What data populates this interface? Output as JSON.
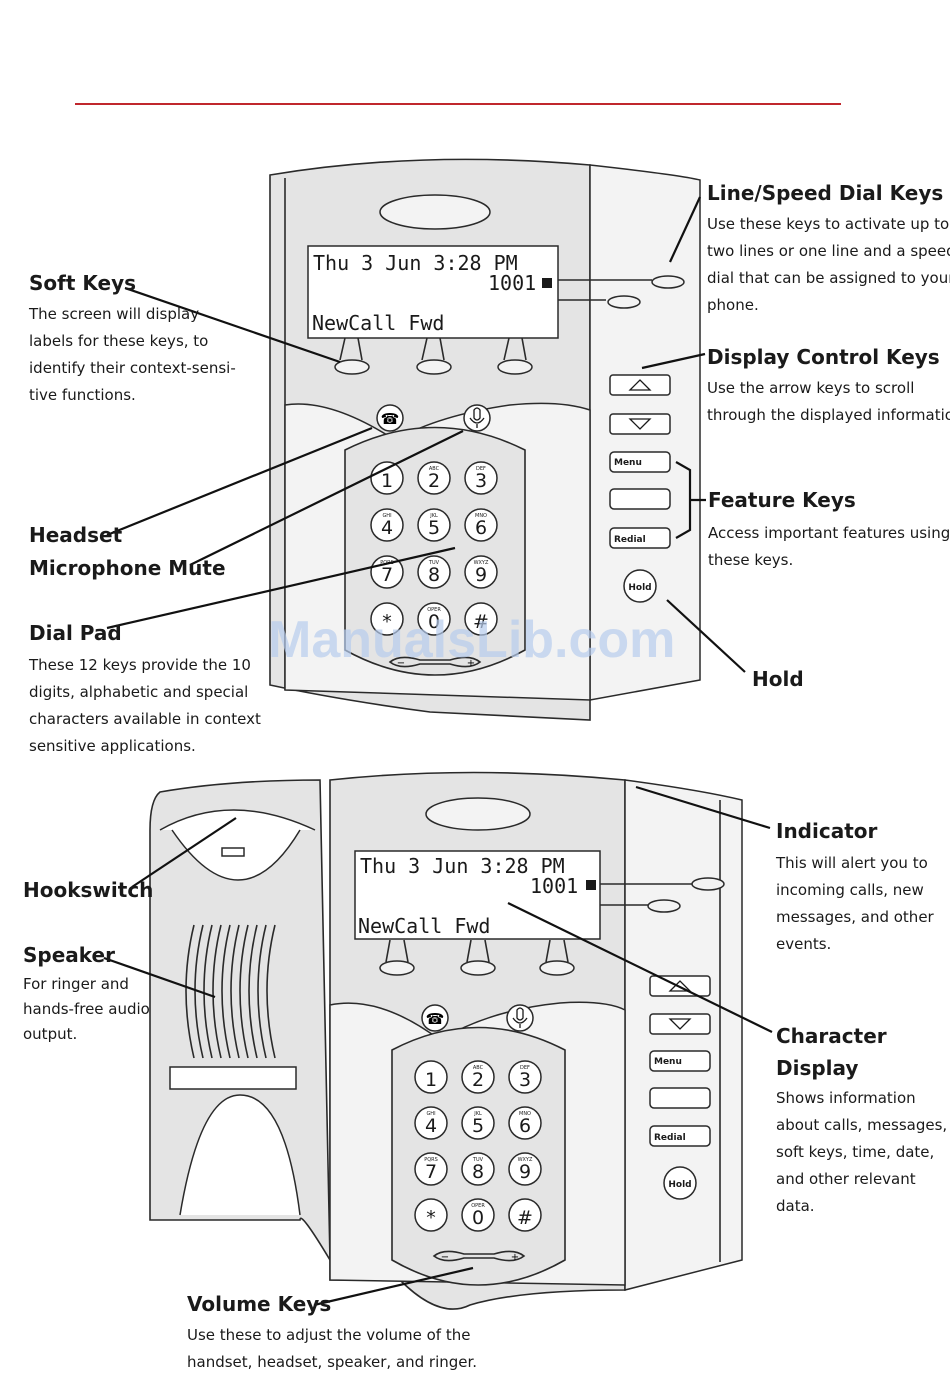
{
  "header": {
    "rule_color": "#c0272d"
  },
  "watermark": {
    "text": "ManualsLib.com"
  },
  "phone": {
    "display": {
      "line1": "Thu 3 Jun 3:28 PM",
      "line2": "1001",
      "line3": "NewCall Fwd"
    },
    "keypad": [
      {
        "digit": "1",
        "letters": ""
      },
      {
        "digit": "2",
        "letters": "ABC"
      },
      {
        "digit": "3",
        "letters": "DEF"
      },
      {
        "digit": "4",
        "letters": "GHI"
      },
      {
        "digit": "5",
        "letters": "JKL"
      },
      {
        "digit": "6",
        "letters": "MNO"
      },
      {
        "digit": "7",
        "letters": "PQRS"
      },
      {
        "digit": "8",
        "letters": "TUV"
      },
      {
        "digit": "9",
        "letters": "WXYZ"
      },
      {
        "digit": "*",
        "letters": ""
      },
      {
        "digit": "0",
        "letters": "OPER"
      },
      {
        "digit": "#",
        "letters": ""
      }
    ],
    "buttons": {
      "menu": "Menu",
      "redial": "Redial",
      "hold": "Hold"
    }
  },
  "callouts_top": [
    {
      "title": "Line/Speed Dial Keys",
      "lines": [
        "Use these keys to activate up to",
        "two lines or one line and a speed",
        "dial that can be assigned to your",
        "phone."
      ]
    },
    {
      "title": "Soft Keys",
      "lines": [
        "The screen will display",
        "labels for these keys, to",
        "identify their context-sensi-",
        "tive functions."
      ]
    },
    {
      "title": "Display Control Keys",
      "lines": [
        "Use the arrow keys to scroll",
        "through the displayed information."
      ]
    },
    {
      "title": "Feature Keys",
      "lines": [
        "Access important features using",
        "these keys."
      ]
    },
    {
      "title": "Headset",
      "lines": []
    },
    {
      "title": "Microphone Mute",
      "lines": []
    },
    {
      "title": "Dial Pad",
      "lines": [
        "These 12 keys provide the 10",
        "digits, alphabetic and special",
        "characters available in context",
        "sensitive applications."
      ]
    },
    {
      "title": "Hold",
      "lines": []
    }
  ],
  "callouts_bottom": [
    {
      "title": "Indicator",
      "lines": [
        "This will alert you to",
        "incoming calls, new",
        "messages, and other",
        "events."
      ]
    },
    {
      "title": "Hookswitch",
      "lines": []
    },
    {
      "title": "Speaker",
      "lines": [
        "For ringer and",
        "hands-free audio",
        "output."
      ]
    },
    {
      "title_lines": [
        "Character",
        "Display"
      ],
      "lines": [
        "Shows information",
        "about calls, messages,",
        "soft keys, time, date,",
        "and other relevant",
        "data."
      ]
    },
    {
      "title": "Volume Keys",
      "lines": [
        "Use these to adjust the volume of the",
        "handset, headset, speaker, and ringer."
      ]
    }
  ]
}
